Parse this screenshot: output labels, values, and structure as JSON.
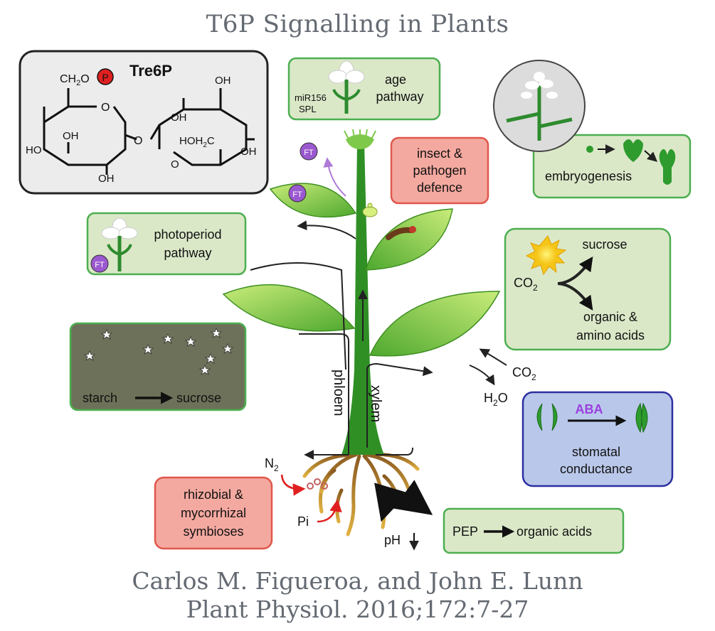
{
  "page": {
    "title": "T6P Signalling in Plants",
    "credit_authors": "Carlos M. Figueroa, and John E. Lunn",
    "credit_citation": "Plant Physiol. 2016;172:7-27"
  },
  "molecule": {
    "name": "Tre6P",
    "phosphate": "P",
    "ch2o": "CH",
    "ch2o_sub": "2",
    "ch2o_o": "O",
    "ring_o": "O",
    "bridge_o": "O",
    "oh": "OH",
    "ho": "HO",
    "hoh2c_a": "HOH",
    "hoh2c_sub": "2",
    "hoh2c_b": "C"
  },
  "boxes": {
    "age": {
      "line1": "age",
      "line2": "pathway",
      "mir": "miR156",
      "spl": "SPL"
    },
    "embryo": {
      "label": "embryogenesis"
    },
    "insect": {
      "line1": "insect &",
      "line2": "pathogen",
      "line3": "defence"
    },
    "photoperiod": {
      "line1": "photoperiod",
      "line2": "pathway",
      "ft": "FT"
    },
    "photosynthesis": {
      "co2": "CO",
      "co2_sub": "2",
      "sucrose": "sucrose",
      "organic1": "organic &",
      "organic2": "amino acids"
    },
    "night": {
      "starch": "starch",
      "sucrose": "sucrose"
    },
    "stomata": {
      "aba": "ABA",
      "line1": "stomatal",
      "line2": "conductance"
    },
    "symbiosis": {
      "line1": "rhizobial &",
      "line2": "mycorrhizal",
      "line3": "symbioses"
    },
    "pep": {
      "pep": "PEP",
      "acids": "organic acids"
    }
  },
  "plant": {
    "ft_top": "FT",
    "ft_leaf": "FT",
    "phloem": "phloem",
    "xylem": "xylem",
    "co2": "CO",
    "co2_sub": "2",
    "h2o_a": "H",
    "h2o_sub": "2",
    "h2o_b": "O",
    "n2": "N",
    "n2_sub": "2",
    "pi": "Pi",
    "ph": "pH"
  },
  "colors": {
    "green_box_fill": "#dbe8c8",
    "green_box_stroke": "#4caf50",
    "red_box_fill": "#f4a9a0",
    "red_box_stroke": "#e0574c",
    "blue_box_fill": "#b9c8ea",
    "blue_box_stroke": "#2c2fa0",
    "grey_box_fill": "#ececec",
    "night_sky": "#6e7159",
    "stem_green": "#3f9a2f",
    "ft_purple": "#8e44c8",
    "aba_purple": "#9b3fe0",
    "phosphate_red": "#e02020"
  }
}
